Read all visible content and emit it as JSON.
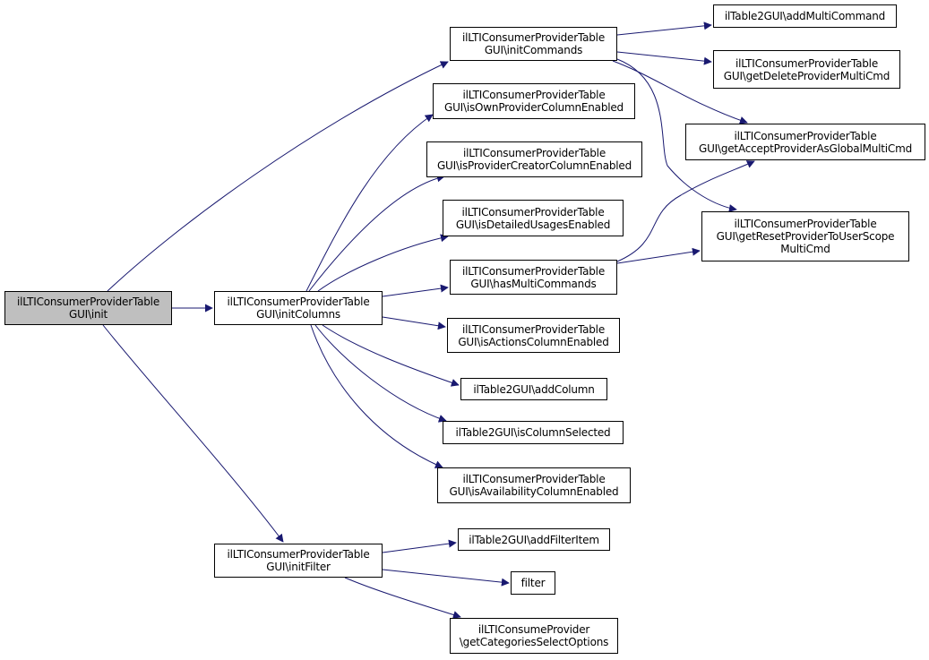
{
  "colors": {
    "edge": "#191970",
    "root_fill": "#bfbfbf",
    "node_fill": "#ffffff",
    "border": "#000000"
  },
  "nodes": {
    "init": {
      "lines": [
        "ilLTIConsumerProviderTable",
        "GUI\\init"
      ]
    },
    "initColumns": {
      "lines": [
        "ilLTIConsumerProviderTable",
        "GUI\\initColumns"
      ]
    },
    "initFilter": {
      "lines": [
        "ilLTIConsumerProviderTable",
        "GUI\\initFilter"
      ]
    },
    "initCommands": {
      "lines": [
        "ilLTIConsumerProviderTable",
        "GUI\\initCommands"
      ]
    },
    "addMultiCommand": {
      "lines": [
        "ilTable2GUI\\addMultiCommand"
      ]
    },
    "getDeleteProviderMultiCmd": {
      "lines": [
        "ilLTIConsumerProviderTable",
        "GUI\\getDeleteProviderMultiCmd"
      ]
    },
    "getAcceptProviderAsGlobalMultiCmd": {
      "lines": [
        "ilLTIConsumerProviderTable",
        "GUI\\getAcceptProviderAsGlobalMultiCmd"
      ]
    },
    "getResetProviderToUserScopeMultiCmd": {
      "lines": [
        "ilLTIConsumerProviderTable",
        "GUI\\getResetProviderToUserScope",
        "MultiCmd"
      ]
    },
    "isOwnProviderColumnEnabled": {
      "lines": [
        "ilLTIConsumerProviderTable",
        "GUI\\isOwnProviderColumnEnabled"
      ]
    },
    "isProviderCreatorColumnEnabled": {
      "lines": [
        "ilLTIConsumerProviderTable",
        "GUI\\isProviderCreatorColumnEnabled"
      ]
    },
    "isDetailedUsagesEnabled": {
      "lines": [
        "ilLTIConsumerProviderTable",
        "GUI\\isDetailedUsagesEnabled"
      ]
    },
    "hasMultiCommands": {
      "lines": [
        "ilLTIConsumerProviderTable",
        "GUI\\hasMultiCommands"
      ]
    },
    "isActionsColumnEnabled": {
      "lines": [
        "ilLTIConsumerProviderTable",
        "GUI\\isActionsColumnEnabled"
      ]
    },
    "addColumn": {
      "lines": [
        "ilTable2GUI\\addColumn"
      ]
    },
    "isColumnSelected": {
      "lines": [
        "ilTable2GUI\\isColumnSelected"
      ]
    },
    "isAvailabilityColumnEnabled": {
      "lines": [
        "ilLTIConsumerProviderTable",
        "GUI\\isAvailabilityColumnEnabled"
      ]
    },
    "addFilterItem": {
      "lines": [
        "ilTable2GUI\\addFilterItem"
      ]
    },
    "filter": {
      "lines": [
        "filter"
      ]
    },
    "getCategoriesSelectOptions": {
      "lines": [
        "ilLTIConsumeProvider",
        "\\getCategoriesSelectOptions"
      ]
    }
  },
  "edges": [
    [
      "init",
      "initCommands"
    ],
    [
      "init",
      "initColumns"
    ],
    [
      "init",
      "initFilter"
    ],
    [
      "initCommands",
      "addMultiCommand"
    ],
    [
      "initCommands",
      "getDeleteProviderMultiCmd"
    ],
    [
      "initCommands",
      "getAcceptProviderAsGlobalMultiCmd"
    ],
    [
      "initCommands",
      "getResetProviderToUserScopeMultiCmd"
    ],
    [
      "initColumns",
      "isOwnProviderColumnEnabled"
    ],
    [
      "initColumns",
      "isProviderCreatorColumnEnabled"
    ],
    [
      "initColumns",
      "isDetailedUsagesEnabled"
    ],
    [
      "initColumns",
      "hasMultiCommands"
    ],
    [
      "initColumns",
      "isActionsColumnEnabled"
    ],
    [
      "initColumns",
      "addColumn"
    ],
    [
      "initColumns",
      "isColumnSelected"
    ],
    [
      "initColumns",
      "isAvailabilityColumnEnabled"
    ],
    [
      "hasMultiCommands",
      "getAcceptProviderAsGlobalMultiCmd"
    ],
    [
      "hasMultiCommands",
      "getResetProviderToUserScopeMultiCmd"
    ],
    [
      "initFilter",
      "addFilterItem"
    ],
    [
      "initFilter",
      "filter"
    ],
    [
      "initFilter",
      "getCategoriesSelectOptions"
    ]
  ]
}
